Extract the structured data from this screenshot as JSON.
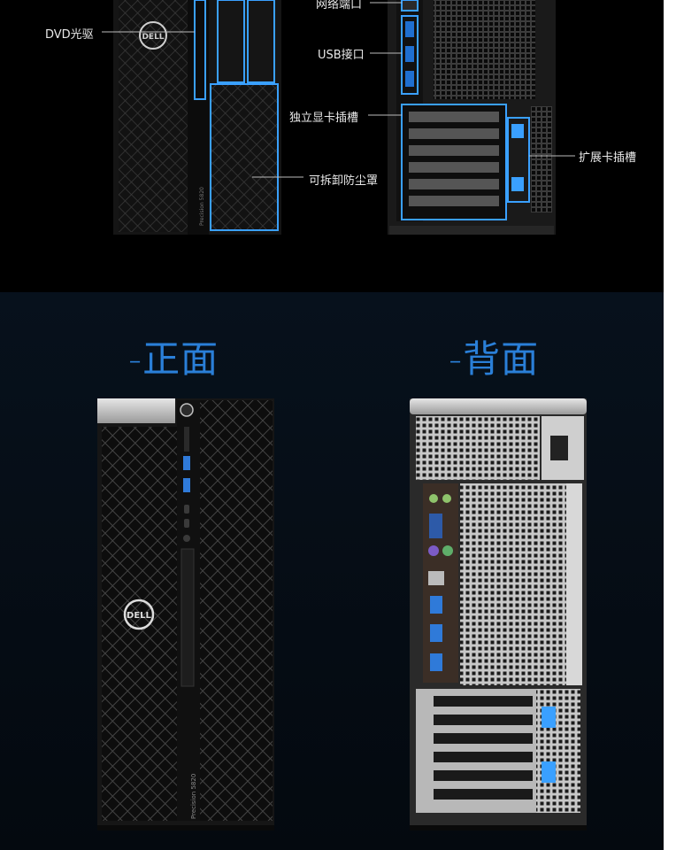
{
  "callouts": {
    "dvd": "DVD光驱",
    "network": "网络端口",
    "usb": "USB接口",
    "gpu_slot": "独立显卡插槽",
    "removable_cover": "可拆卸防尘罩",
    "expansion_slot": "扩展卡插槽"
  },
  "views": {
    "front": "-正面",
    "back": "-背面"
  },
  "device": {
    "brand": "DELL",
    "model": "Precision 5820"
  },
  "colors": {
    "highlight": "#3aa0ff",
    "heading": "#2a7fd8"
  }
}
